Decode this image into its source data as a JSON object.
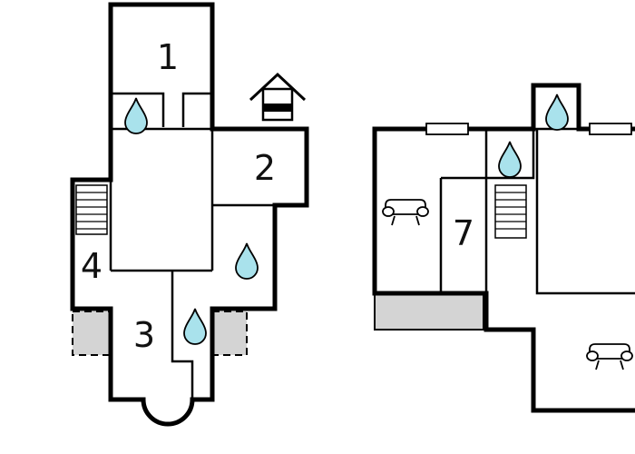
{
  "plan_left": {
    "rooms": [
      {
        "id": "room-1",
        "label": "1"
      },
      {
        "id": "room-2",
        "label": "2"
      },
      {
        "id": "room-3",
        "label": "3"
      },
      {
        "id": "room-4",
        "label": "4"
      }
    ],
    "icons": [
      "water-drop-icon",
      "water-drop-icon",
      "water-drop-icon",
      "staircase-icon",
      "house-icon"
    ]
  },
  "plan_right": {
    "rooms": [
      {
        "id": "room-7",
        "label": "7"
      }
    ],
    "icons": [
      "water-drop-icon",
      "water-drop-icon",
      "staircase-icon",
      "sofa-icon",
      "sofa-icon"
    ]
  },
  "colors": {
    "wall": "#000000",
    "water": "#a9e2ec",
    "terrace": "#d4d4d4",
    "background": "#ffffff"
  }
}
